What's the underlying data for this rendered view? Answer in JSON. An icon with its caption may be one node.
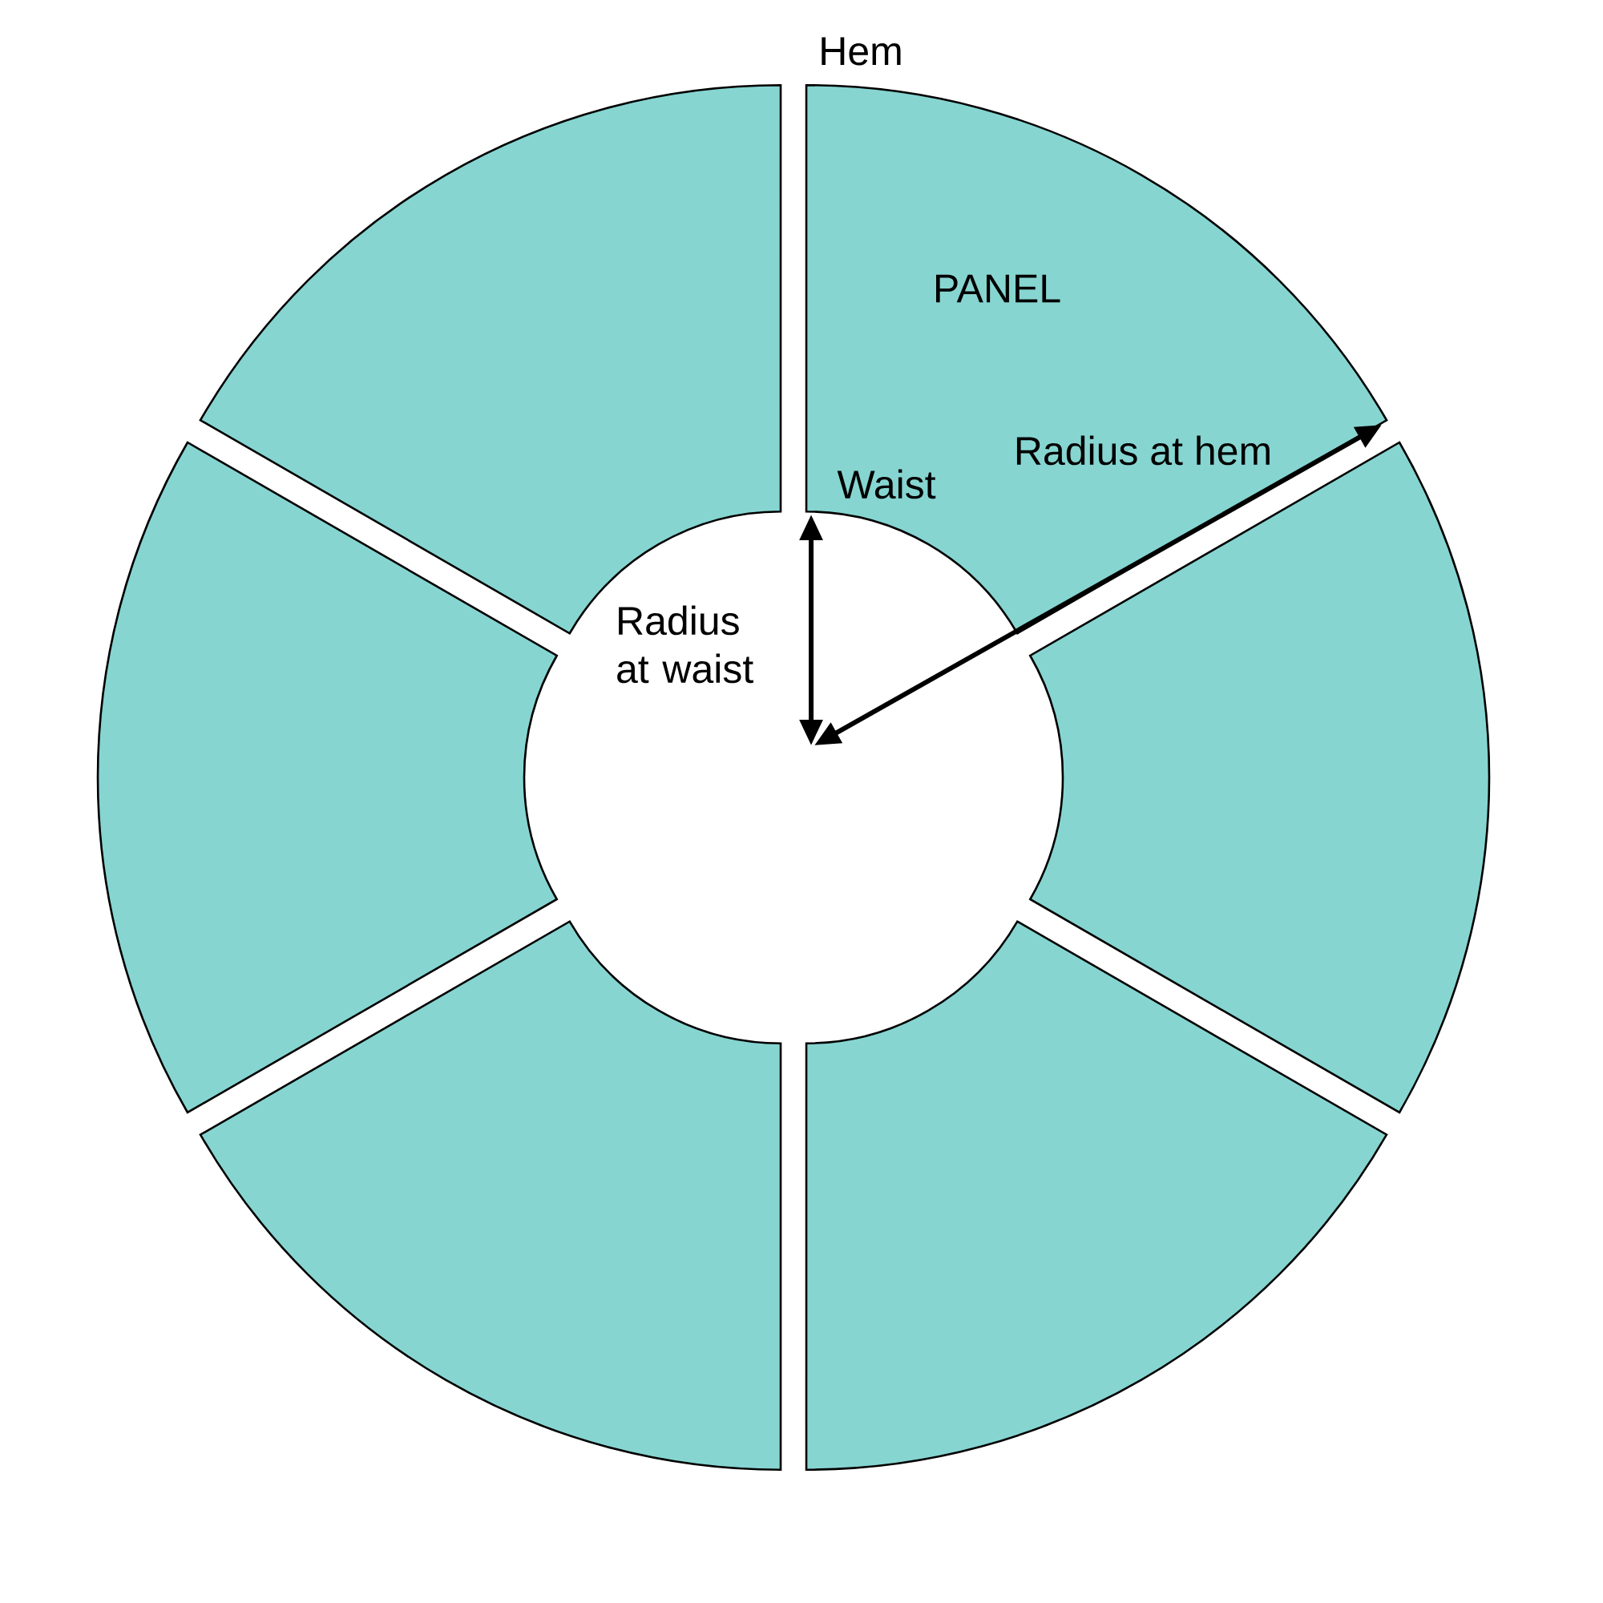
{
  "diagram": {
    "nodes": [
      {
        "text": [],
        "shape": "sector"
      },
      {
        "text": [
          "PANEL"
        ]
      },
      {
        "text": [],
        "shape": "sector"
      },
      {
        "text": [],
        "shape": "sector"
      },
      {
        "text": [],
        "shape": "sector"
      },
      {
        "text": [],
        "shape": "sector"
      }
    ],
    "labels": [
      "Hem",
      "Waist",
      "Radius at hem",
      "Radius at waist"
    ]
  }
}
